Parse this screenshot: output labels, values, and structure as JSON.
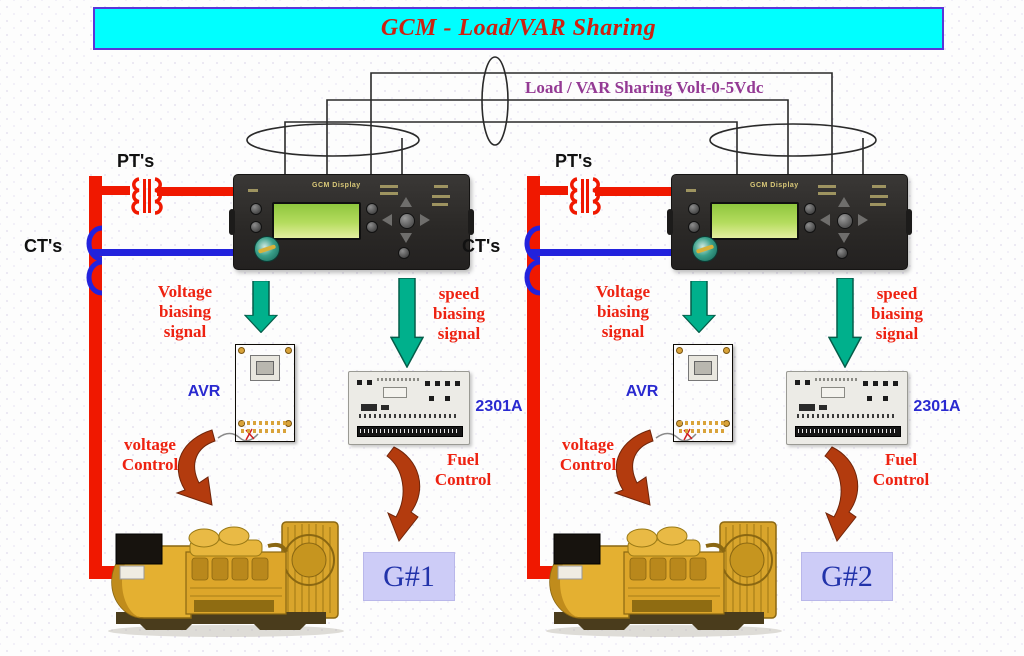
{
  "banner": {
    "title": "GCM - Load/VAR Sharing"
  },
  "bus_link": {
    "label": "Load / VAR Sharing Volt-0-5Vdc"
  },
  "units": [
    {
      "side": "left",
      "pt_label": "PT's",
      "ct_label": "CT's",
      "gcm_label": "GCM Display",
      "voltage_biasing_lines": [
        "Voltage",
        "biasing",
        "signal"
      ],
      "speed_biasing_lines": [
        "speed",
        "biasing",
        "signal"
      ],
      "avr_label": "AVR",
      "governor_label": "2301A",
      "voltage_control_lines": [
        "voltage",
        "Control"
      ],
      "fuel_control_lines": [
        "Fuel",
        "Control"
      ],
      "generator_label": "G#1"
    },
    {
      "side": "right",
      "pt_label": "PT's",
      "ct_label": "CT's",
      "gcm_label": "GCM Display",
      "voltage_biasing_lines": [
        "Voltage",
        "biasing",
        "signal"
      ],
      "speed_biasing_lines": [
        "speed",
        "biasing",
        "signal"
      ],
      "avr_label": "AVR",
      "governor_label": "2301A",
      "voltage_control_lines": [
        "voltage",
        "Control"
      ],
      "fuel_control_lines": [
        "Fuel",
        "Control"
      ],
      "generator_label": "G#2"
    }
  ],
  "colors": {
    "banner_bg": "#00ffff",
    "banner_border": "#5a35d8",
    "banner_text": "#cc2211",
    "bus_link_text": "#943a94",
    "label_red": "#ee2211",
    "label_blue": "#2a2ad0",
    "power_bus_red": "#f01800",
    "ct_line_blue": "#2222dd",
    "signal_arrow_teal": "#00b08c",
    "control_arrow_brown": "#b33b0e",
    "generator_yellow": "#e0a82e",
    "gen_box_bg": "#cdccf7"
  }
}
